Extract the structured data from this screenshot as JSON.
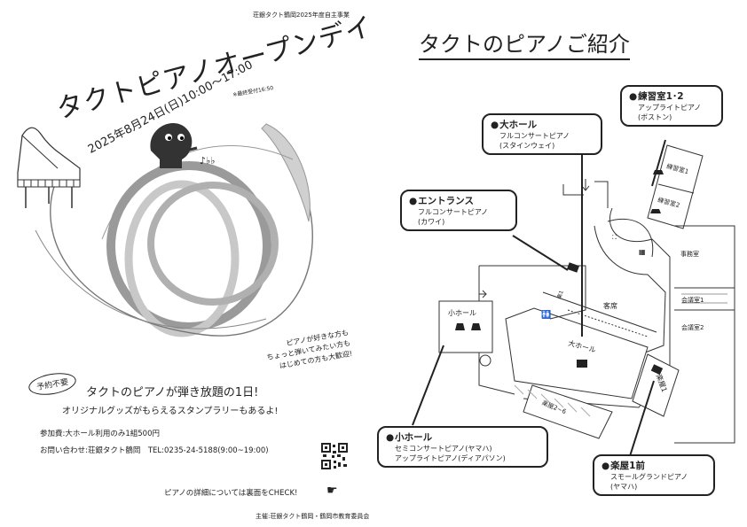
{
  "left": {
    "header": "荘銀タクト鶴岡2025年度自主事業",
    "title": "タクトピアノオープンデイ",
    "date_line": "2025年8月24日(日)10:00～17:00",
    "date_note": "※最終受付16:50",
    "side_note": [
      "ピアノが好きな方も",
      "ちょっと弾いてみたい方も",
      "はじめての方も大歓迎!"
    ],
    "badge": "予約不要",
    "headline": "タクトのピアノが弾き放題の1日!",
    "subline": "オリジナルグッズがもらえるスタンプラリーもあるよ!",
    "fee": "参加費:大ホール利用のみ1組500円",
    "contact": "お問い合わせ:荘銀タクト鶴岡　TEL:0235-24-5188(9:00~19:00)",
    "more": "ピアノの詳細については裏面をCHECK!",
    "organizer": "主催:荘銀タクト鶴岡・鶴岡市教育委員会"
  },
  "right": {
    "title": "タクトのピアノご紹介",
    "callouts": [
      {
        "title": "練習室1･2",
        "lines": [
          "アップライトピアノ",
          "(ボストン)"
        ]
      },
      {
        "title": "大ホール",
        "lines": [
          "フルコンサートピアノ",
          "(スタインウェイ)"
        ]
      },
      {
        "title": "エントランス",
        "lines": [
          "フルコンサートピアノ",
          "(カワイ)"
        ]
      },
      {
        "title": "小ホール",
        "lines": [
          "セミコンサートピアノ(ヤマハ)",
          "アップライトピアノ(ディアパソン)"
        ]
      },
      {
        "title": "楽屋1前",
        "lines": [
          "スモールグランドピアノ",
          "(ヤマハ)"
        ]
      }
    ],
    "rooms": {
      "practice1": "練習室1",
      "practice2": "練習室2",
      "office": "事務室",
      "meeting1": "会議室1",
      "meeting2": "会議室2",
      "seats": "客席",
      "main_hall": "大ホール",
      "small_hall": "小ホール",
      "dressing1": "楽屋1",
      "dressing2_6": "楽屋2~6",
      "dressing_small": "楽1"
    }
  },
  "icons": [
    "piano-icon",
    "mascot-icon",
    "music-notes-icon",
    "qr-code-icon",
    "pointing-hand-icon",
    "piano-marker-icon",
    "stairs-icon",
    "restroom-icon",
    "elevator-icon"
  ],
  "colors": {
    "ink": "#222222",
    "gray": "#9a9a9a",
    "light_gray": "#cfcfcf"
  }
}
